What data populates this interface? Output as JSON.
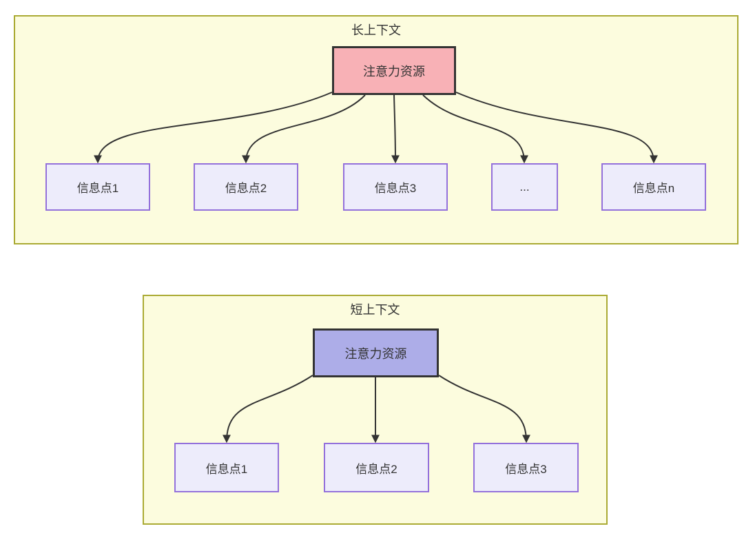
{
  "sections": {
    "long": {
      "title": "长上下文",
      "attention": "注意力资源",
      "nodes": [
        "信息点1",
        "信息点2",
        "信息点3",
        "...",
        "信息点n"
      ]
    },
    "short": {
      "title": "短上下文",
      "attention": "注意力资源",
      "nodes": [
        "信息点1",
        "信息点2",
        "信息点3"
      ]
    }
  },
  "colors": {
    "container_background": "#fcfcde",
    "container_border": "#aaaa33",
    "attention_long_fill": "#f8b1b6",
    "attention_short_fill": "#adade8",
    "info_fill": "#edecfb",
    "info_border": "#9370db",
    "node_border_dark": "#333333",
    "text": "#333333",
    "arrow": "#333333"
  }
}
